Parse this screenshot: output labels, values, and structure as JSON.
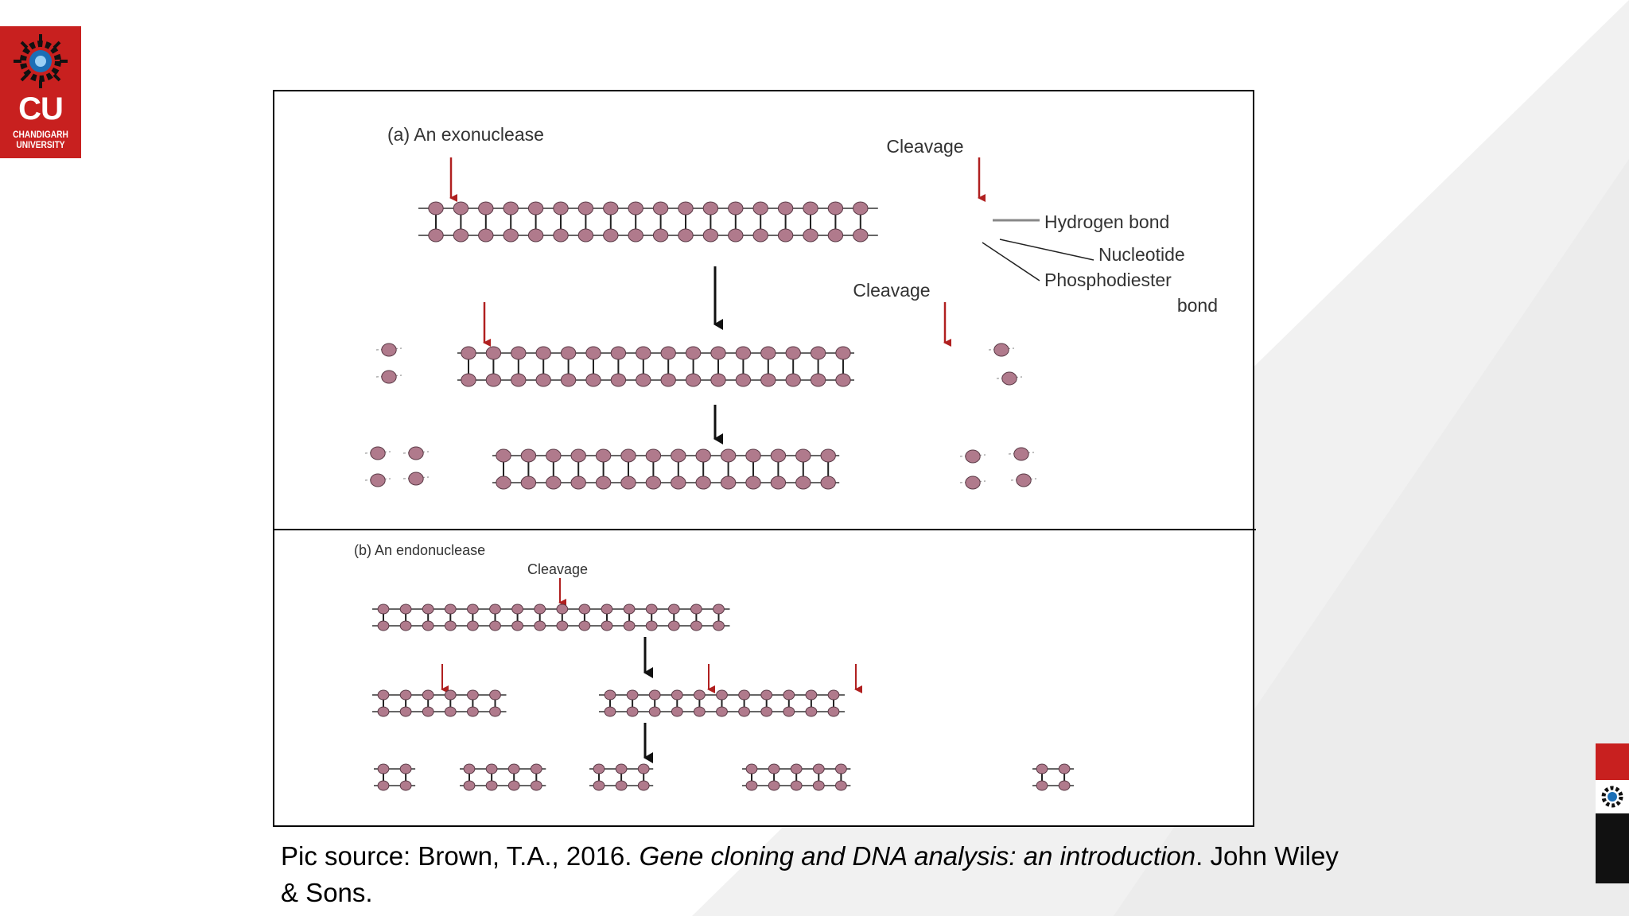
{
  "logo": {
    "abbr": "CU",
    "name_line1": "CHANDIGARH",
    "name_line2": "UNIVERSITY"
  },
  "diagram": {
    "panel_a": {
      "title": "(a) An exonuclease",
      "cleavage_label": "Cleavage",
      "labels": [
        "Hydrogen bond",
        "Nucleotide",
        "Phosphodiester",
        "bond"
      ]
    },
    "panel_b": {
      "title": "(b) An endonuclease",
      "cleavage_label": "Cleavage"
    }
  },
  "caption": {
    "prefix": "Pic source: Brown, T.A., 2016. ",
    "title_italic": "Gene cloning and DNA analysis: an introduction",
    "suffix": ". John Wiley & Sons."
  },
  "colors": {
    "accent": "#c8201f",
    "bead": "#b07a8c",
    "arrow_red": "#b02020"
  }
}
